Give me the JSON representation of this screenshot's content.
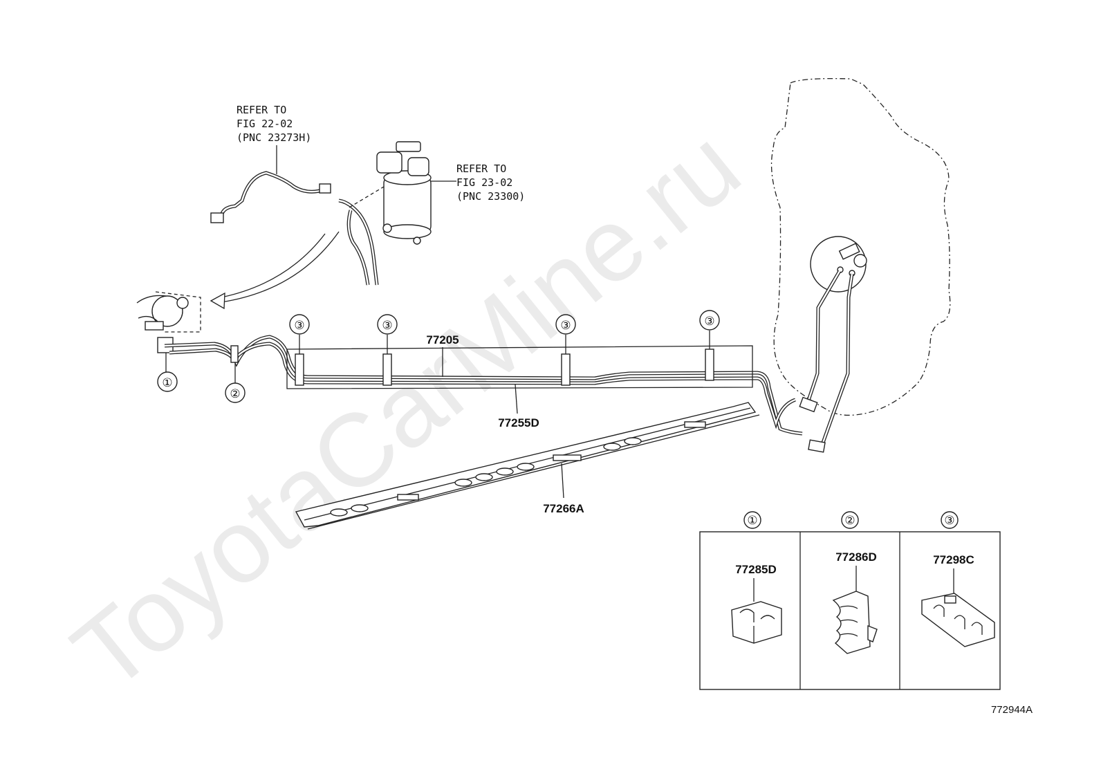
{
  "watermark": "ToyotaCarMine.ru",
  "refer_notes": [
    {
      "lines": [
        "REFER TO",
        "FIG 22-02",
        "(PNC 23273H)"
      ]
    },
    {
      "lines": [
        "REFER TO",
        "FIG 23-02",
        "(PNC 23300)"
      ]
    }
  ],
  "callouts": {
    "c1": "①",
    "c2": "②",
    "c3": "③"
  },
  "part_numbers": {
    "tube_set": "77205",
    "main_tube": "77255D",
    "protector": "77266A"
  },
  "legend": [
    {
      "marker": "①",
      "part": "77285D"
    },
    {
      "marker": "②",
      "part": "77286D"
    },
    {
      "marker": "③",
      "part": "77298C"
    }
  ],
  "figure_id": "772944A"
}
